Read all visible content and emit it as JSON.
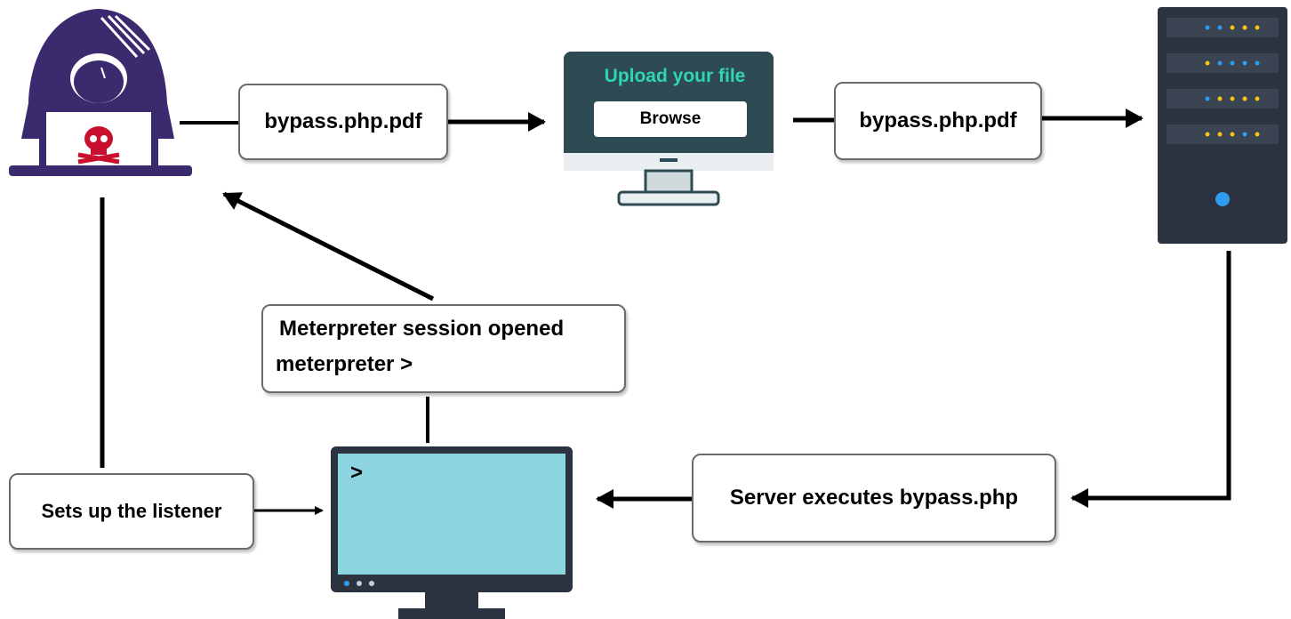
{
  "nodes": {
    "file_label_1": "bypass.php.pdf",
    "file_label_2": "bypass.php.pdf",
    "upload_title": "Upload your file",
    "browse_button": "Browse",
    "session_line_1": "Meterpreter session opened",
    "session_line_2": "meterpreter >",
    "listener_label": "Sets up the listener",
    "server_exec_label": "Server executes bypass.php",
    "terminal_prompt": ">"
  },
  "colors": {
    "hacker": "#3b2a6e",
    "skull": "#c8102e",
    "monitor_frame": "#2e4a52",
    "upload_title": "#2fd6b0",
    "server_body": "#2b3340",
    "server_led_yellow": "#f5c518",
    "server_led_blue": "#2e9bf0",
    "terminal_screen": "#8cd4df",
    "arrow": "#000000"
  }
}
